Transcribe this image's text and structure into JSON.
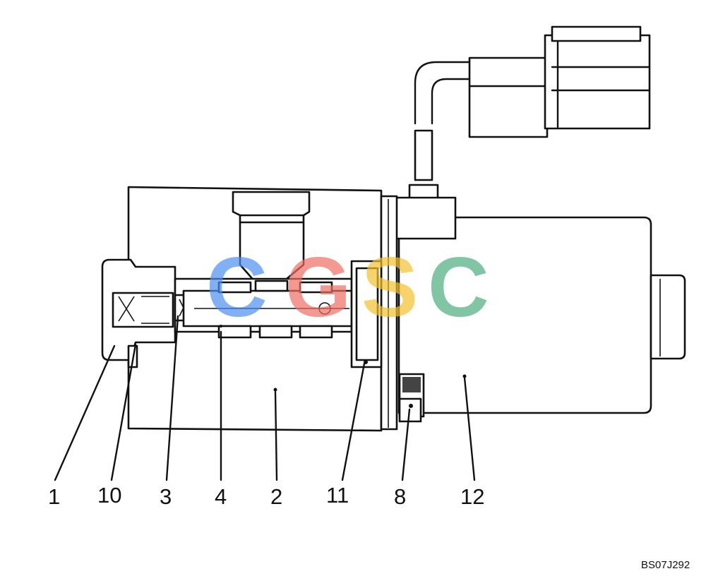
{
  "diagram": {
    "callouts": [
      {
        "id": "1",
        "label": "1"
      },
      {
        "id": "10",
        "label": "10"
      },
      {
        "id": "3",
        "label": "3"
      },
      {
        "id": "4",
        "label": "4"
      },
      {
        "id": "2",
        "label": "2"
      },
      {
        "id": "11",
        "label": "11"
      },
      {
        "id": "8",
        "label": "8"
      },
      {
        "id": "12",
        "label": "12"
      }
    ],
    "reference_code": "BS07J292",
    "watermark": {
      "text": "CGSC",
      "letters": [
        {
          "char": "C",
          "color": "#4d8ff0"
        },
        {
          "char": "G",
          "color": "#ee6e63"
        },
        {
          "char": "S",
          "color": "#f4c12f"
        },
        {
          "char": "C",
          "color": "#4cae7e"
        }
      ]
    }
  }
}
